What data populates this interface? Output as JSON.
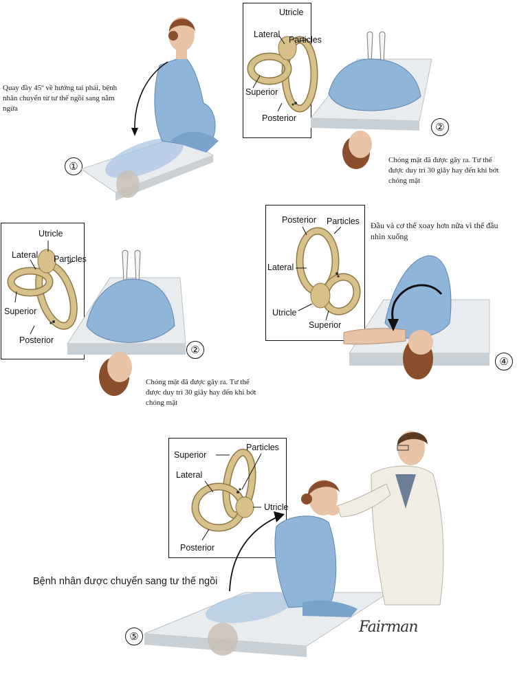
{
  "steps": [
    {
      "id": "1",
      "number": "①",
      "caption": "Quay đầy 45º về hướng tai phải, bệnh nhân chuyển từ tư thế ngồi sang nằm ngửa"
    },
    {
      "id": "2a",
      "number": "②",
      "caption": "Chóng mặt đã được gây ra. Tư thế được duy trì 30 giây hay đến khi bớt chóng mặt",
      "labels": {
        "utricle": "Utricle",
        "lateral": "Lateral",
        "particles": "Particles",
        "superior": "Superior",
        "posterior": "Posterior"
      }
    },
    {
      "id": "2b",
      "number": "②",
      "caption": "Chóng mặt đã được gây ra. Tư thế được duy trì 30 giây hay đến khi bớt chóng mặt",
      "labels": {
        "utricle": "Utricle",
        "lateral": "Lateral",
        "particles": "Particles",
        "superior": "Superior",
        "posterior": "Posterior"
      }
    },
    {
      "id": "4",
      "number": "④",
      "caption": "Đầu và cơ thể xoay hơn nữa vì thế đầu nhìn xuống",
      "labels": {
        "posterior": "Posterior",
        "particles": "Particles",
        "lateral": "Lateral",
        "utricle": "Utricle",
        "superior": "Superior"
      }
    },
    {
      "id": "5",
      "number": "⑤",
      "caption": "Bệnh nhân được chuyển sang tư thế ngồi",
      "labels": {
        "superior": "Superior",
        "particles": "Particles",
        "lateral": "Lateral",
        "utricle": "Utricle",
        "posterior": "Posterior"
      }
    }
  ],
  "signature": "Fairman",
  "colors": {
    "gown": "#8fb5d8",
    "gown_dark": "#5d86b3",
    "skin": "#e8c3a6",
    "hair": "#8a4e2c",
    "canal": "#d7c08a",
    "canal_edge": "#8d7744",
    "table": "#e9ecee",
    "coat": "#f1ede4"
  }
}
